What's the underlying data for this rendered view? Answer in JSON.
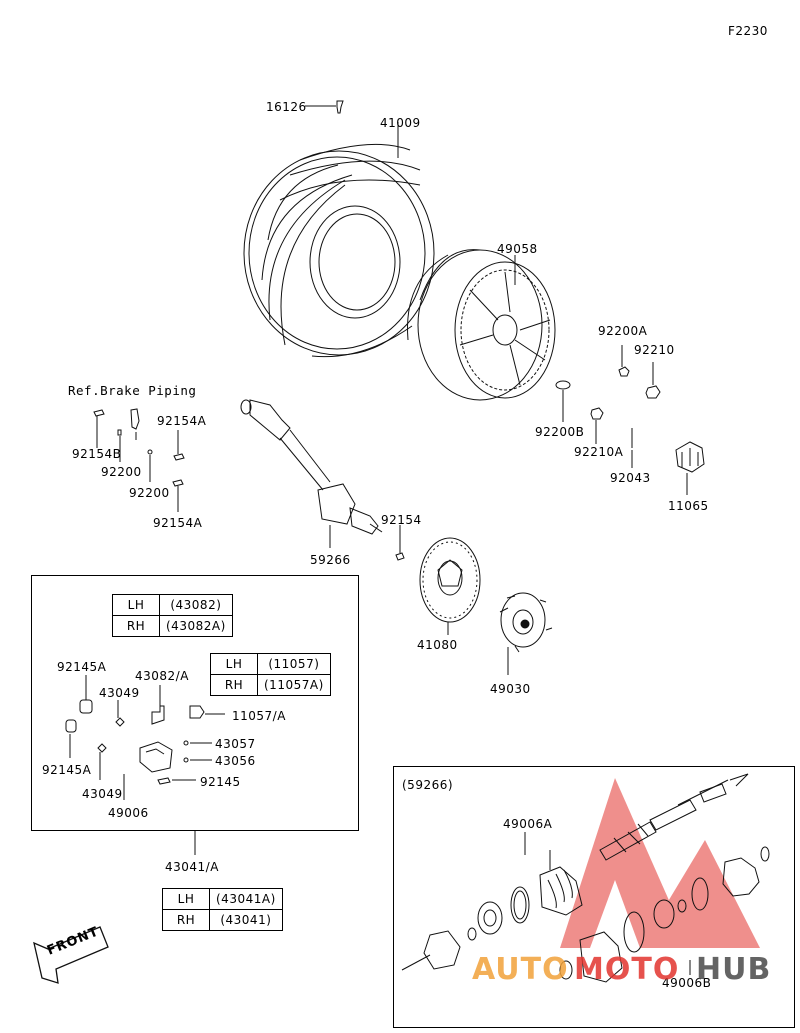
{
  "diagram": {
    "figure_code": "F2230",
    "ref_brake_piping": "Ref.Brake Piping",
    "subassembly_ref": "(59266)",
    "front_label": "FRONT",
    "parts": {
      "p16126": "16126",
      "p41009": "41009",
      "p49058": "49058",
      "p92200A": "92200A",
      "p92210": "92210",
      "p92200B": "92200B",
      "p92210A": "92210A",
      "p92043": "92043",
      "p11065": "11065",
      "p92154B": "92154B",
      "p92154A_top": "92154A",
      "p92200_a": "92200",
      "p92200_b": "92200",
      "p92154A_bot": "92154A",
      "p92154": "92154",
      "p59266": "59266",
      "p41080": "41080",
      "p49030": "49030",
      "p92145A_top": "92145A",
      "p43082A": "43082/A",
      "p43049_top": "43049",
      "p11057A": "11057/A",
      "p43057": "43057",
      "p43056": "43056",
      "p92145": "92145",
      "p92145A_bot": "92145A",
      "p43049_bot": "43049",
      "p49006": "49006",
      "p43041A": "43041/A",
      "p49006A": "49006A",
      "p49006B": "49006B"
    },
    "tables": {
      "t43082": {
        "rows": [
          {
            "side": "LH",
            "part": "(43082)"
          },
          {
            "side": "RH",
            "part": "(43082A)"
          }
        ]
      },
      "t11057": {
        "rows": [
          {
            "side": "LH",
            "part": "(11057)"
          },
          {
            "side": "RH",
            "part": "(11057A)"
          }
        ]
      },
      "t43041": {
        "rows": [
          {
            "side": "LH",
            "part": "(43041A)"
          },
          {
            "side": "RH",
            "part": "(43041)"
          }
        ]
      }
    }
  },
  "watermark": {
    "auto": "AUTO",
    "moto": "MOTO",
    "hub": "HUB",
    "orange": "#f2a23a",
    "red": "#e2352f",
    "gray": "#4a4a4a"
  }
}
